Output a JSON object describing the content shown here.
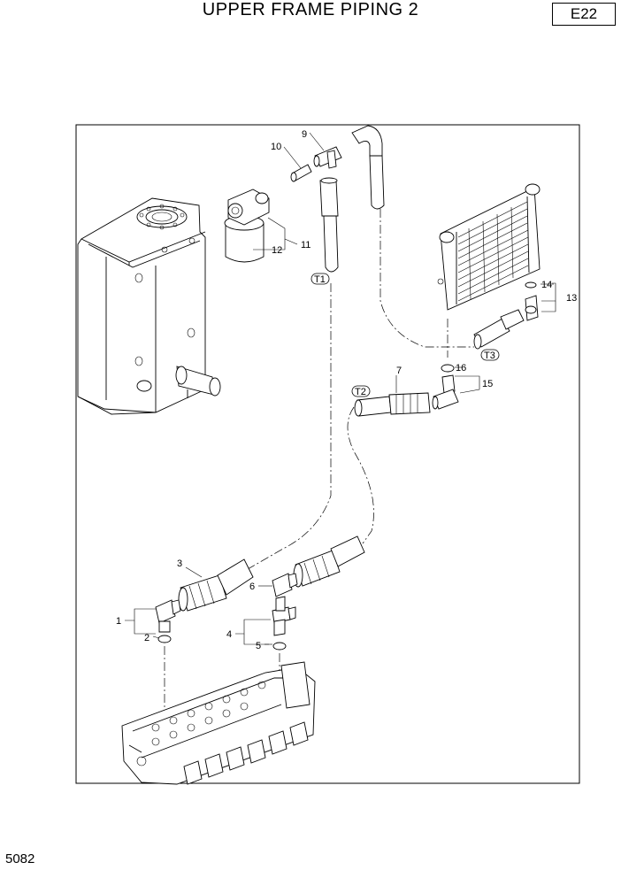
{
  "header": {
    "title": "UPPER FRAME PIPING 2",
    "sheet_code": "E22"
  },
  "footer": {
    "page_number": "5082"
  },
  "diagram": {
    "callouts": [
      "1",
      "2",
      "3",
      "4",
      "5",
      "6",
      "7",
      "9",
      "10",
      "11",
      "12",
      "13",
      "14",
      "15",
      "16"
    ],
    "connection_tags": [
      "T1",
      "T2",
      "T3"
    ]
  }
}
